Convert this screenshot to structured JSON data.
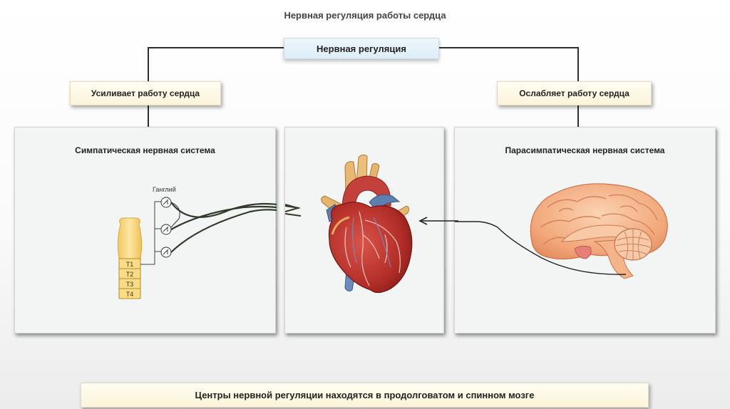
{
  "title": "Нервная регуляция работы сердца",
  "root": {
    "label": "Нервная регуляция"
  },
  "branches": {
    "left": {
      "label": "Усиливает работу сердца"
    },
    "right": {
      "label": "Ослабляет работу сердца"
    }
  },
  "panels": {
    "sympathetic": {
      "title": "Симпатическая нервная система",
      "ganglion_label": "Ганглий",
      "segments": [
        "T1",
        "T2",
        "T3",
        "T4"
      ]
    },
    "heart": {},
    "parasympathetic": {
      "title": "Парасимпатическая нервная система"
    }
  },
  "footer": {
    "text": "Центры нервной регуляции находятся в продолговатом и спинном мозге"
  },
  "colors": {
    "panel_bg": "#f2f5f4",
    "label_bg": "#fbf4d9",
    "root_bg": "#dceef8",
    "heart_red": "#b8322b",
    "brain_orange": "#f2a77a",
    "spine_yellow": "#f6d77c"
  }
}
